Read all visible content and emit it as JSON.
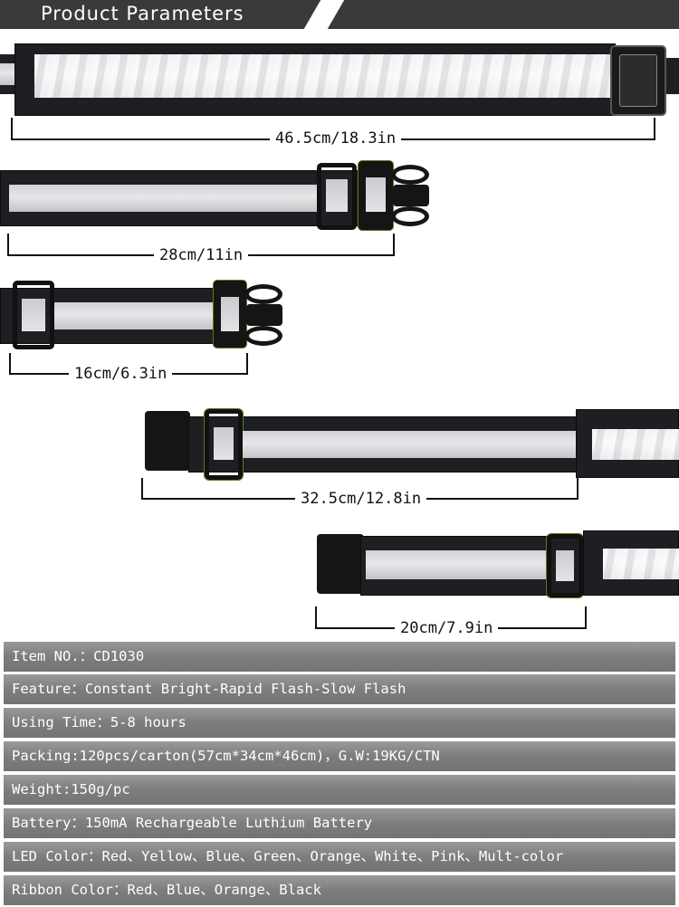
{
  "header": {
    "title": "Product Parameters"
  },
  "dimensions": [
    {
      "label": "46.5cm/18.3in"
    },
    {
      "label": "28cm/11in"
    },
    {
      "label": "16cm/6.3in"
    },
    {
      "label": "32.5cm/12.8in"
    },
    {
      "label": "20cm/7.9in"
    }
  ],
  "specs": [
    "Item NO.：CD1030",
    "Feature：Constant Bright-Rapid Flash-Slow Flash",
    "Using Time：5-8 hours",
    "Packing:120pcs/carton(57cm*34cm*46cm)，G.W:19KG/CTN",
    "Weight:150g/pc",
    "Battery：150mA Rechargeable Luthium Battery",
    "LED Color：Red、Yellow、Blue、Green、Orange、White、Pink、Mult-color",
    "Ribbon Color：Red、Blue、Orange、Black"
  ]
}
